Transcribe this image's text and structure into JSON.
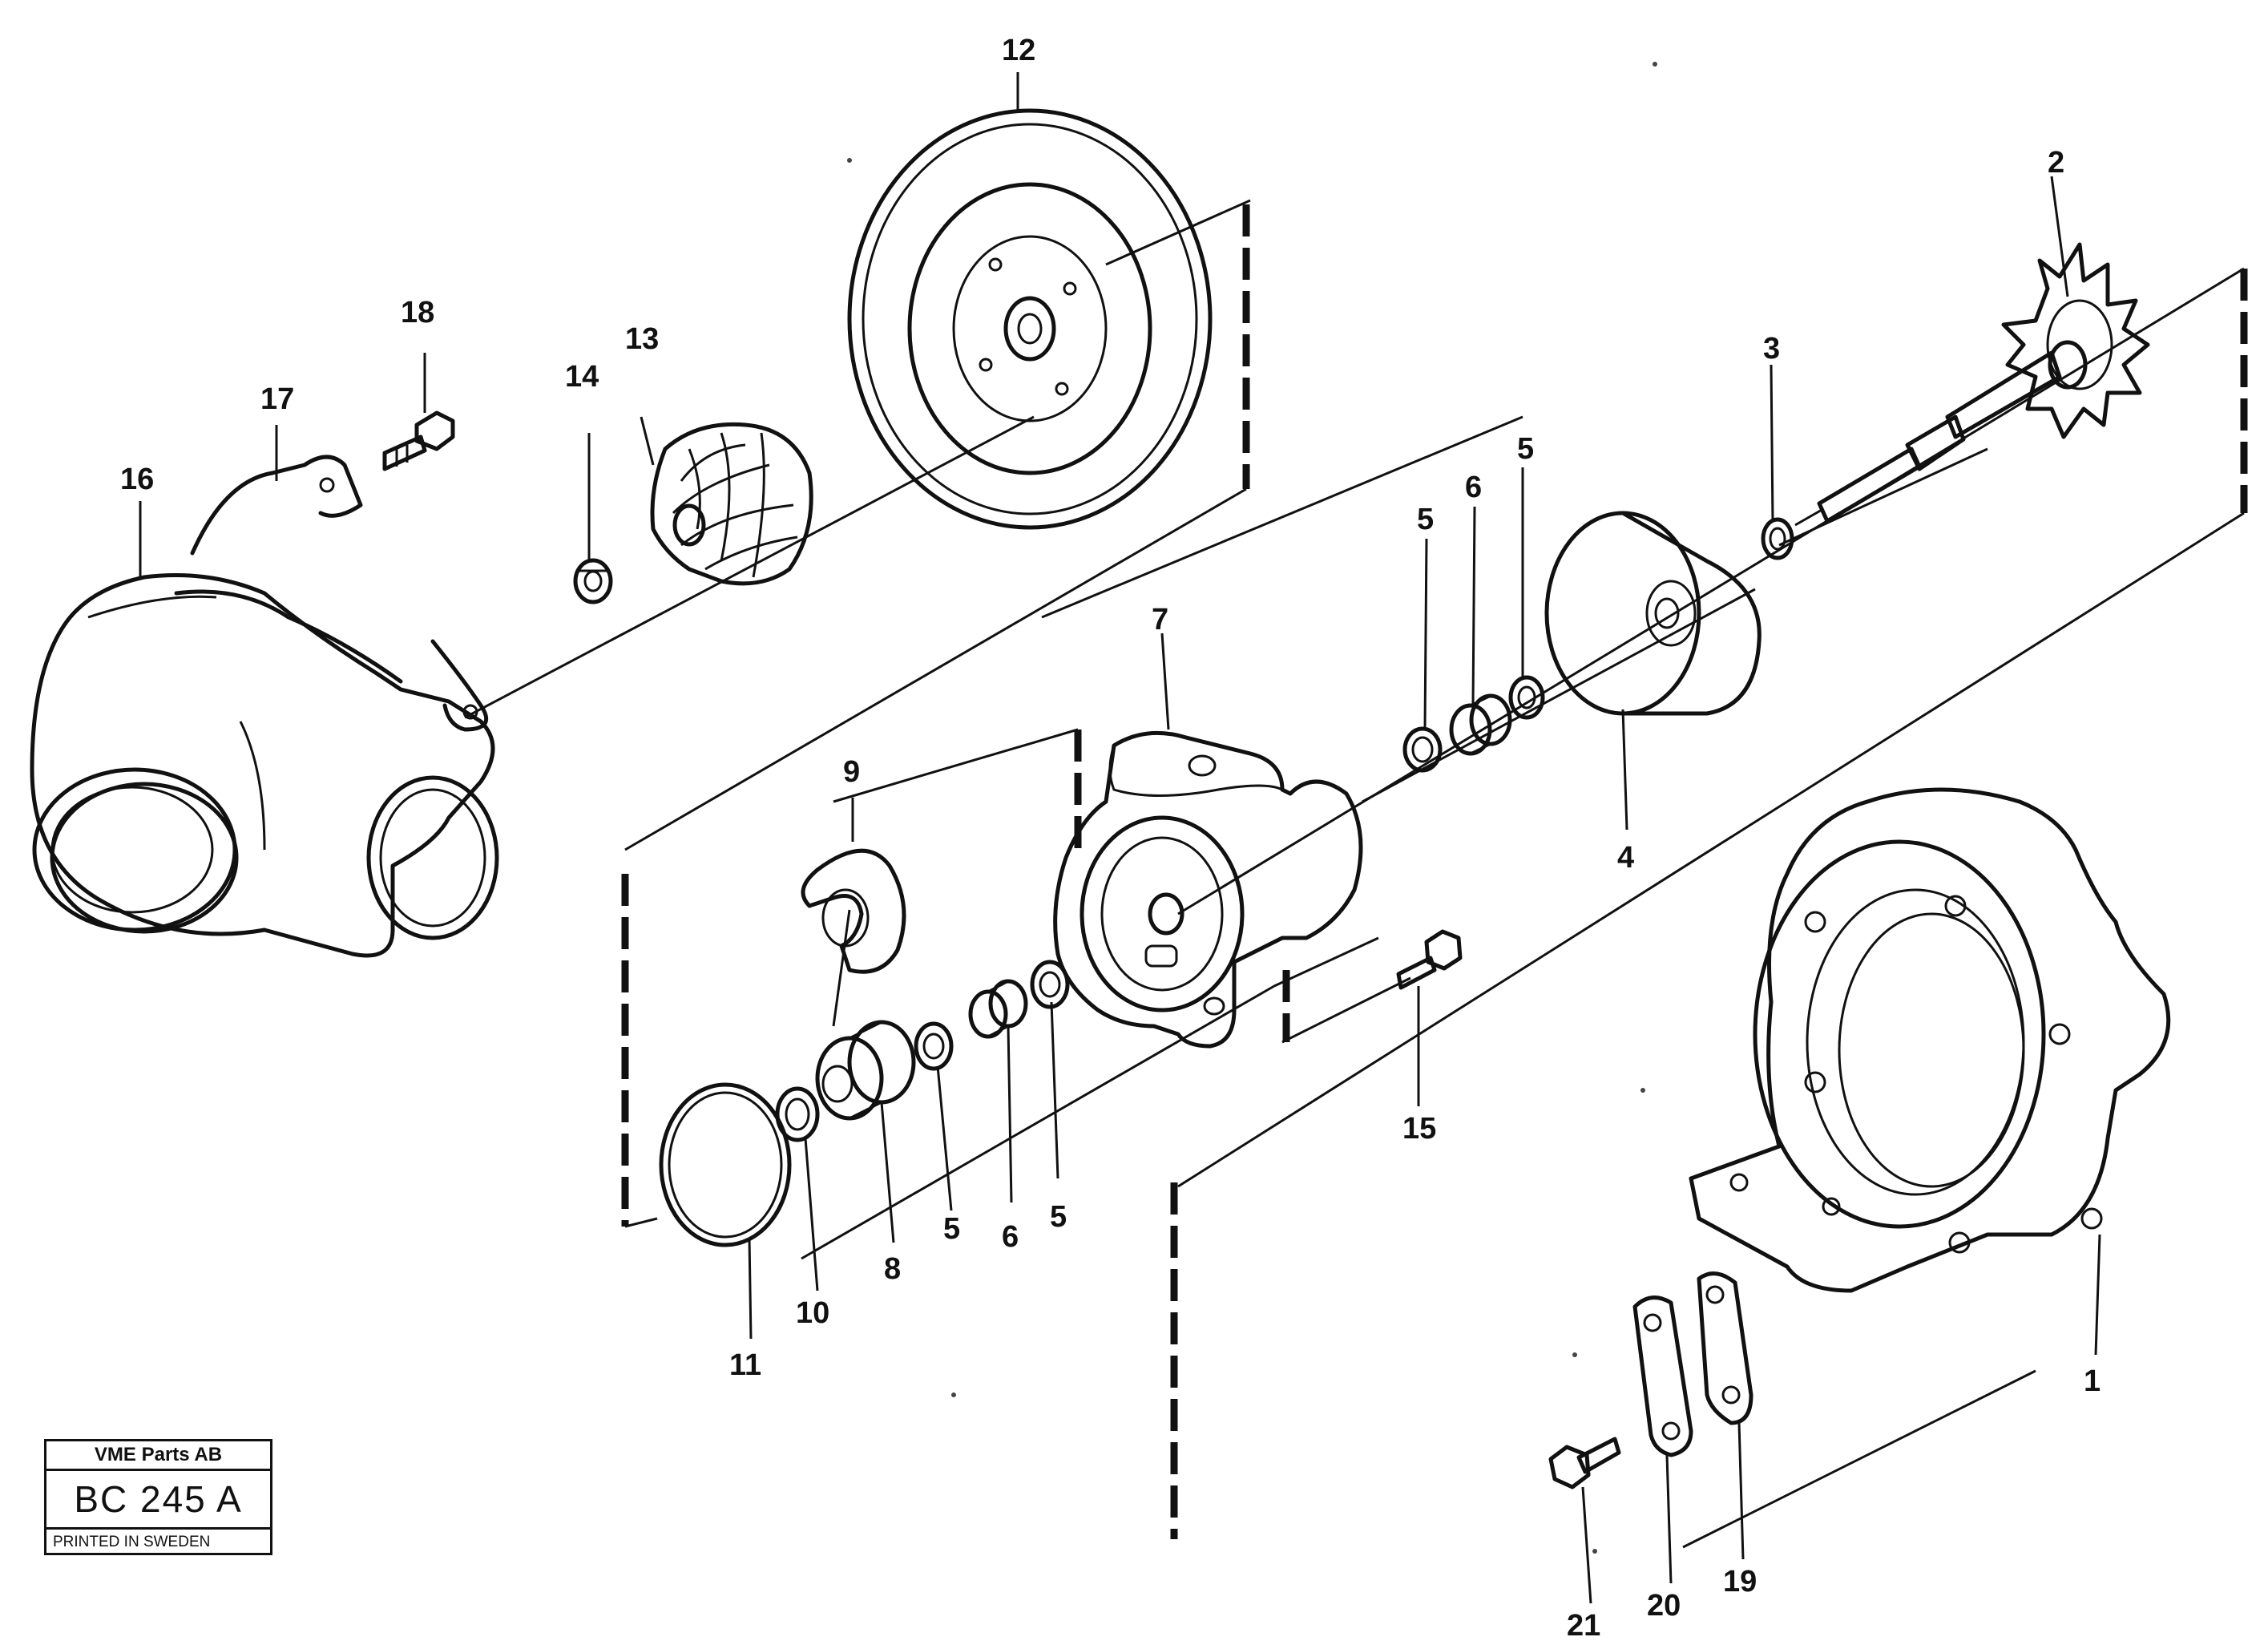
{
  "part_numbers": [
    "1",
    "2",
    "3",
    "4",
    "5",
    "6",
    "7",
    "8",
    "9",
    "10",
    "11",
    "12",
    "13",
    "14",
    "15",
    "16",
    "17",
    "18",
    "19",
    "20",
    "21"
  ],
  "labels": {
    "n1": "1",
    "n2": "2",
    "n3": "3",
    "n4": "4",
    "n5a": "5",
    "n5b": "5",
    "n5c": "5",
    "n5d": "5",
    "n6a": "6",
    "n6b": "6",
    "n7": "7",
    "n8": "8",
    "n9": "9",
    "n10": "10",
    "n11": "11",
    "n12": "12",
    "n13": "13",
    "n14": "14",
    "n15": "15",
    "n16": "16",
    "n17": "17",
    "n18": "18",
    "n19": "19",
    "n20": "20",
    "n21": "21"
  },
  "stamp": {
    "company": "VME Parts AB",
    "code": "BC 245 A",
    "printed": "PRINTED IN SWEDEN"
  }
}
